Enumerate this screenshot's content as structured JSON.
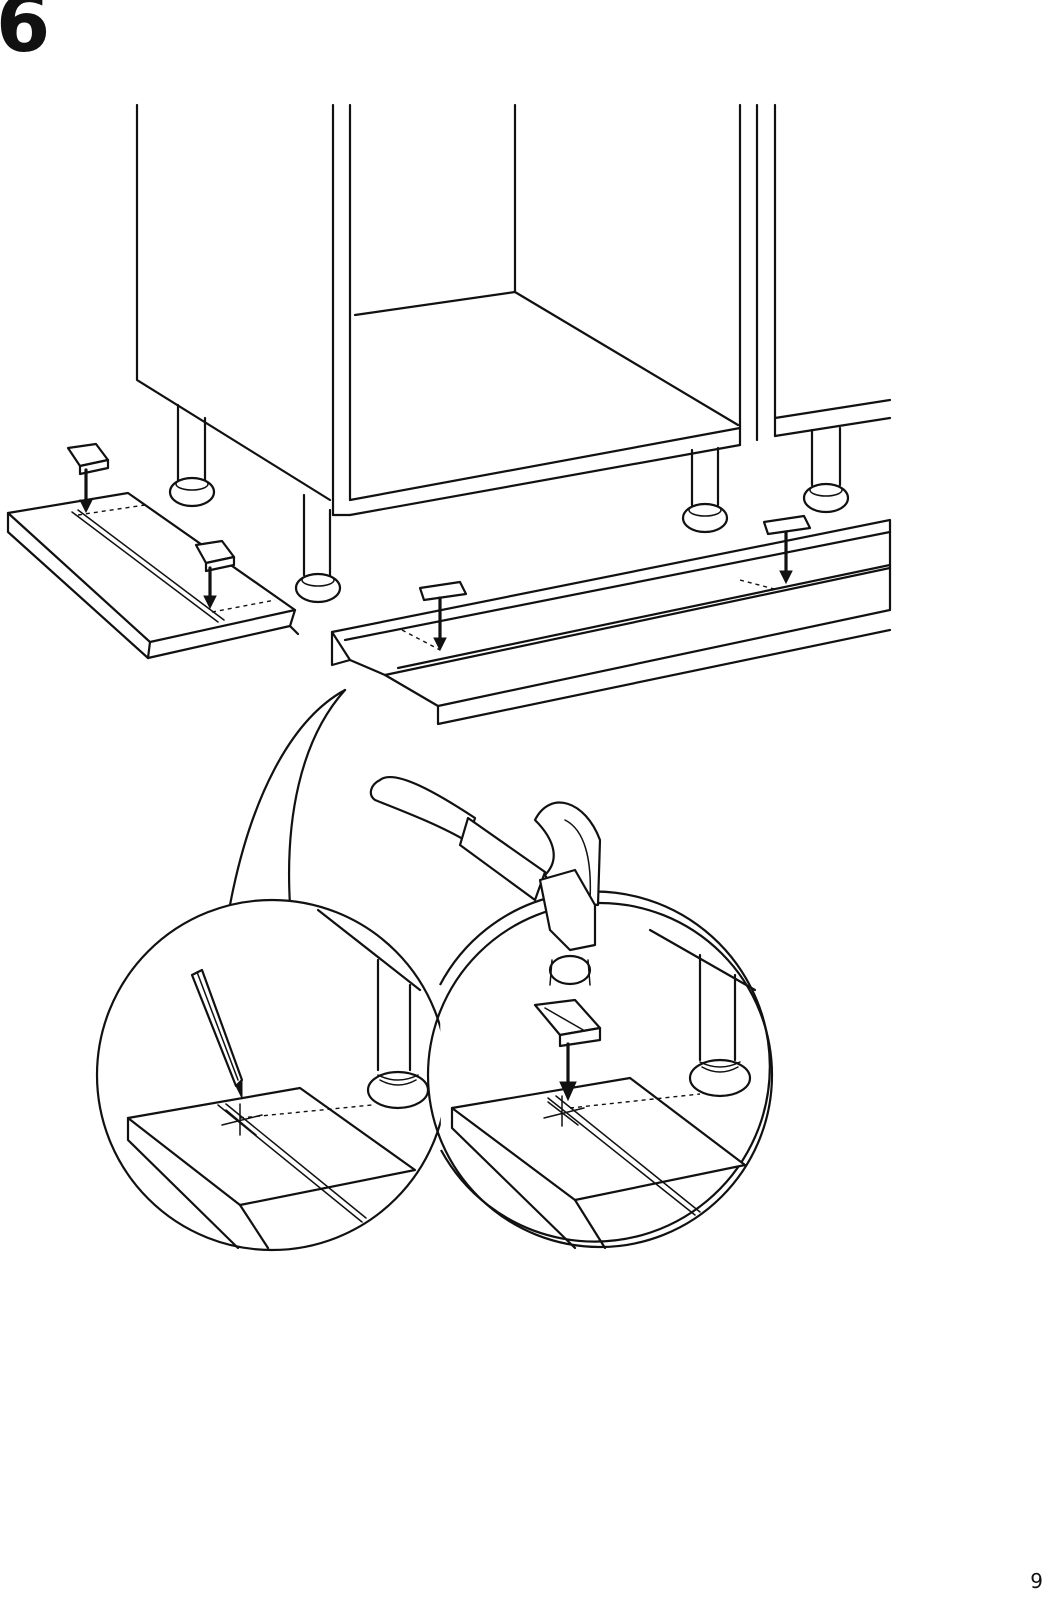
{
  "step": {
    "number": "6"
  },
  "page": {
    "number": "9"
  },
  "illustration": {
    "cabinet": "cabinet-frame",
    "icons": [
      "hammer-icon",
      "pencil-icon",
      "clip-icon",
      "arrow-down-icon"
    ]
  }
}
